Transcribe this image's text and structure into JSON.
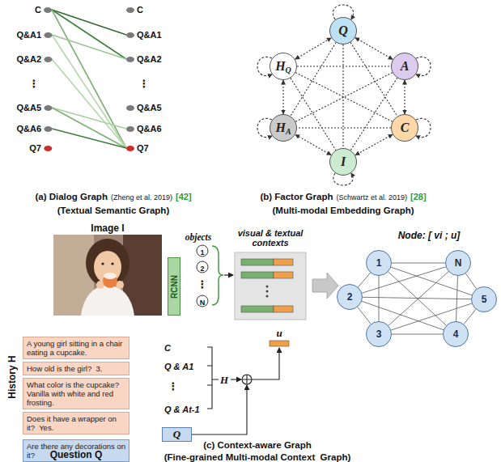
{
  "diagram": {
    "nodes": [
      {
        "text": [
          "C"
        ]
      },
      {
        "text": [
          "Q&A1"
        ]
      },
      {
        "text": [
          "Q&A2"
        ]
      },
      {
        "text": [
          "Q&A5"
        ]
      },
      {
        "text": [
          "Q&A6"
        ]
      },
      {
        "text": [
          "Q7"
        ]
      },
      {
        "text": [
          "C"
        ]
      },
      {
        "text": [
          "Q&A1"
        ]
      },
      {
        "text": [
          "Q&A2"
        ]
      },
      {
        "text": [
          "Q&A5"
        ]
      },
      {
        "text": [
          "Q&A6"
        ]
      },
      {
        "text": [
          "Q7"
        ]
      },
      {
        "text": [
          "Q"
        ]
      },
      {
        "text": [
          "H",
          "Q"
        ]
      },
      {
        "text": [
          "A"
        ]
      },
      {
        "text": [
          "H",
          "A"
        ]
      },
      {
        "text": [
          "C"
        ]
      },
      {
        "text": [
          "I"
        ]
      },
      {
        "text": [
          "RCNN"
        ]
      },
      {
        "text": [
          "A young girl sitting in a chair eating a cupcake."
        ]
      },
      {
        "text": [
          "How old is the girl?  3."
        ]
      },
      {
        "text": [
          "What color is the cupcake? Vanilla with white and red frosting."
        ]
      },
      {
        "text": [
          "Does it have a wrapper on it?  Yes."
        ]
      },
      {
        "text": [
          "Are there any decorations on it?"
        ]
      },
      {
        "text": [
          "Q"
        ]
      },
      {
        "text": [
          "1"
        ]
      },
      {
        "text": [
          "N"
        ]
      },
      {
        "text": [
          "2"
        ]
      },
      {
        "text": [
          "5"
        ]
      },
      {
        "text": [
          "3"
        ]
      },
      {
        "text": [
          "4"
        ]
      }
    ],
    "edges": [
      {
        "from": 0,
        "to": 7,
        "arrow": "none"
      },
      {
        "from": 0,
        "to": 8,
        "arrow": "none"
      },
      {
        "from": 0,
        "to": 11,
        "arrow": "none"
      },
      {
        "from": 1,
        "to": 8,
        "arrow": "none"
      },
      {
        "from": 1,
        "to": 11,
        "arrow": "none"
      },
      {
        "from": 2,
        "to": 11,
        "arrow": "none"
      },
      {
        "from": 3,
        "to": 10,
        "arrow": "none"
      },
      {
        "from": 3,
        "to": 11,
        "arrow": "none"
      },
      {
        "from": 4,
        "to": 11,
        "arrow": "none"
      },
      {
        "from": 12,
        "to": 14,
        "arrow": "both"
      },
      {
        "from": 14,
        "to": 16,
        "arrow": "both"
      },
      {
        "from": 16,
        "to": 17,
        "arrow": "both"
      },
      {
        "from": 17,
        "to": 15,
        "arrow": "both"
      },
      {
        "from": 15,
        "to": 13,
        "arrow": "both"
      },
      {
        "from": 13,
        "to": 12,
        "arrow": "both"
      },
      {
        "from": 12,
        "to": 16,
        "arrow": "none"
      },
      {
        "from": 12,
        "to": 17,
        "arrow": "none"
      },
      {
        "from": 12,
        "to": 15,
        "arrow": "none"
      },
      {
        "from": 13,
        "to": 14,
        "arrow": "none"
      },
      {
        "from": 13,
        "to": 16,
        "arrow": "none"
      },
      {
        "from": 13,
        "to": 17,
        "arrow": "none"
      },
      {
        "from": 14,
        "to": 17,
        "arrow": "none"
      },
      {
        "from": 14,
        "to": 15,
        "arrow": "none"
      },
      {
        "from": 16,
        "to": 15,
        "arrow": "none"
      },
      {
        "from": 25,
        "to": 26,
        "arrow": "none"
      },
      {
        "from": 25,
        "to": 27,
        "arrow": "none"
      },
      {
        "from": 25,
        "to": 28,
        "arrow": "none"
      },
      {
        "from": 25,
        "to": 29,
        "arrow": "none"
      },
      {
        "from": 25,
        "to": 30,
        "arrow": "none"
      },
      {
        "from": 26,
        "to": 27,
        "arrow": "none"
      },
      {
        "from": 26,
        "to": 28,
        "arrow": "none"
      },
      {
        "from": 26,
        "to": 29,
        "arrow": "none"
      },
      {
        "from": 26,
        "to": 30,
        "arrow": "none"
      },
      {
        "from": 27,
        "to": 28,
        "arrow": "none"
      },
      {
        "from": 27,
        "to": 29,
        "arrow": "none"
      },
      {
        "from": 27,
        "to": 30,
        "arrow": "none"
      },
      {
        "from": 28,
        "to": 29,
        "arrow": "none"
      },
      {
        "from": 28,
        "to": 30,
        "arrow": "none"
      },
      {
        "from": 29,
        "to": 30,
        "arrow": "none"
      }
    ],
    "labels": [
      "(a) Dialog Graph",
      "(Zheng et al. 2019)",
      "[42]",
      "(Textual Semantic Graph)",
      "⋮",
      "⋮",
      "(b) Factor Graph",
      "(Schwartz et al. 2019)",
      "[28]",
      "(Multi-modal Embedding Graph)",
      "Image I",
      "objects",
      "1",
      "2",
      "⋮",
      "N",
      "visual & textual contexts",
      "Node: [ vi ; u]",
      "u",
      "History H",
      "C",
      "Q & A1",
      "⋮",
      "Q & At-1",
      "H",
      "Question Q",
      "(c) Context-aware Graph",
      "(Fine-grained Multi-modal Context  Graph)"
    ]
  }
}
